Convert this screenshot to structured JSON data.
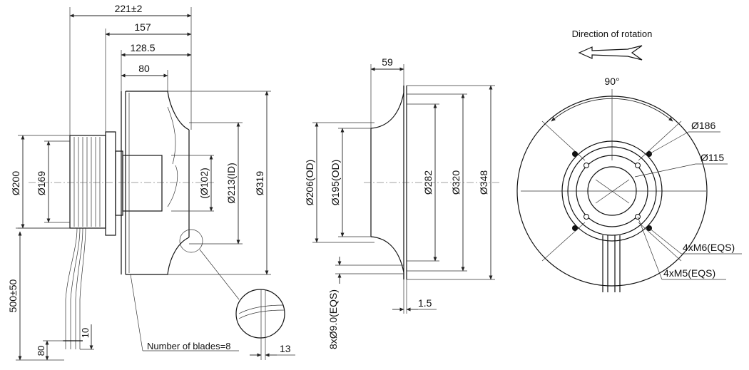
{
  "side_view": {
    "dims": {
      "overall_length": "221±2",
      "length_157": "157",
      "length_128_5": "128.5",
      "length_80": "80",
      "dia_200": "Ø200",
      "dia_169": "Ø169",
      "dia_102": "(Ø102)",
      "dia_213_id": "Ø213(ID)",
      "dia_319": "Ø319",
      "cable_length": "500±50",
      "cable_80": "80",
      "cable_10": "10",
      "dim_13": "13"
    },
    "blades_note": "Number of blades=8"
  },
  "inlet_ring": {
    "dims": {
      "depth_59": "59",
      "dia_206_od": "Ø206(OD)",
      "dia_195_od": "Ø195(OD)",
      "dia_282": "Ø282",
      "dia_320": "Ø320",
      "dia_348": "Ø348",
      "thickness_1_5": "1.5",
      "holes": "8xØ9.0(EQS)"
    }
  },
  "front_view": {
    "rotation_label": "Direction of rotation",
    "angle_90": "90°",
    "dia_186": "Ø186",
    "dia_115": "Ø115",
    "m6": "4xM6(EQS)",
    "m5": "4xM5(EQS)"
  }
}
